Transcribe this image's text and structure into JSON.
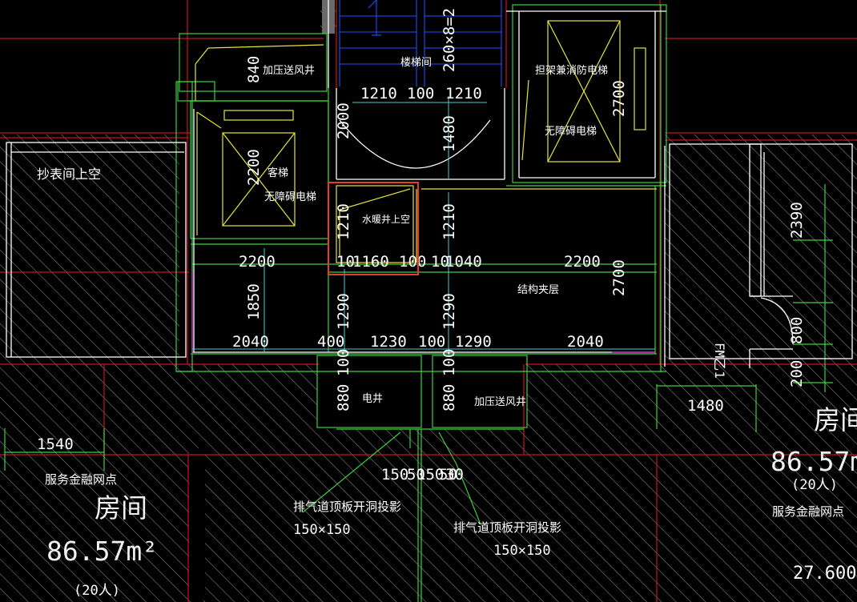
{
  "colors": {
    "background": "#000000",
    "wall": "#ffffff",
    "green": "#39d23c",
    "yellow": "#e6e637",
    "red": "#c8151e",
    "blue": "#1f4fff",
    "hatch": "#8c8c8c",
    "highlight": "#e63b2e",
    "magenta": "#c826c8",
    "cyan": "#3cd2d2"
  },
  "rooms": {
    "stairwell": "楼梯间",
    "pressurized_shaft_top": "加压送风井",
    "fire_elevator": "担架兼消防电梯",
    "accessible_elevator_right": "无障碍电梯",
    "escalator_label": "客梯",
    "accessible_elevator_left": "无障碍电梯",
    "meter_room_void": "抄表间上空",
    "water_heater_shaft_void": "水暖井上空",
    "structure_mezzanine": "结构夹层",
    "electric_shaft": "电井",
    "pressurized_shaft_bottom": "加压送风井",
    "room_left": "房间",
    "room_right": "房间",
    "service_left": "服务金融网点",
    "service_right": "服务金融网点",
    "exhaust_note_1": "排气道顶板开洞投影",
    "exhaust_size_1": "150×150",
    "exhaust_note_2": "排气道顶板开洞投影",
    "exhaust_size_2": "150×150"
  },
  "areas": {
    "left_area": "86.57m²",
    "left_people": "(20人)",
    "right_area": "86.57m",
    "right_people": "(20人)",
    "elevation": "27.600"
  },
  "door_tag": "FM乙1",
  "dims": {
    "stair_step": "260×8=2",
    "d840": "840",
    "d1210a": "1210",
    "d100a": "100",
    "d1210b": "1210",
    "d2000": "2000",
    "d1480v": "1480",
    "d2700a": "2700",
    "d2200v": "2200",
    "d1210v": "1210",
    "d1210v2": "1210",
    "d2390": "2390",
    "d2200a": "2200",
    "d10a": "10",
    "d1160": "1160",
    "d100b": "100",
    "d10b": "10",
    "d1040": "1040",
    "d2200b": "2200",
    "d2700b": "2700",
    "d1850": "1850",
    "d1290a": "1290",
    "d1290b": "1290",
    "d2040a": "2040",
    "d400": "400",
    "d1230": "1230",
    "d100c": "100",
    "d1290c": "1290",
    "d2040b": "2040",
    "d800": "800",
    "d100v1": "100",
    "d100v2": "100",
    "d880a": "880",
    "d880b": "880",
    "d200": "200",
    "d1480": "1480",
    "d1540": "1540",
    "d150a": "150",
    "d50a": "50",
    "d150b": "150",
    "d50b": "50",
    "d30": "30"
  }
}
